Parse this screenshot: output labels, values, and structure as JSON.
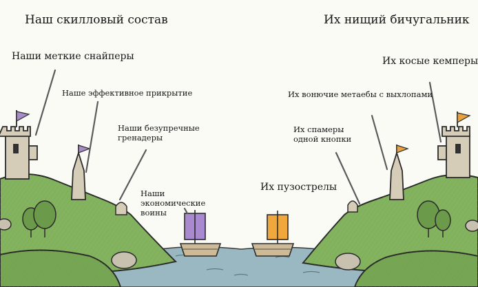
{
  "titles": {
    "left": "Наш скилловый состав",
    "right": "Их нищий бичугальник"
  },
  "left_labels": {
    "snipers": "Наши меткие снайперы",
    "cover": "Наше эффективное прикрытие",
    "grenadiers": "Наши безупречные гренадеры",
    "economy": "Наши экономические воины"
  },
  "right_labels": {
    "campers": "Их косые кемперы",
    "meta": "Их вонючие метаебы с выхлопами",
    "spammers": "Их спамеры одной кнопки",
    "archers": "Их пузострелы"
  },
  "colors": {
    "sky": "#fbfbf6",
    "grass": "#83b35e",
    "grass_dark": "#4f7a35",
    "water": "#9ab8c2",
    "stone": "#d6cdb8",
    "left_flag": "#a88cc7",
    "left_sail": "#a98ad0",
    "right_flag": "#e9a23e",
    "right_sail": "#f0a83c",
    "hull": "#cdbb97",
    "ink": "#2a2a2a"
  }
}
